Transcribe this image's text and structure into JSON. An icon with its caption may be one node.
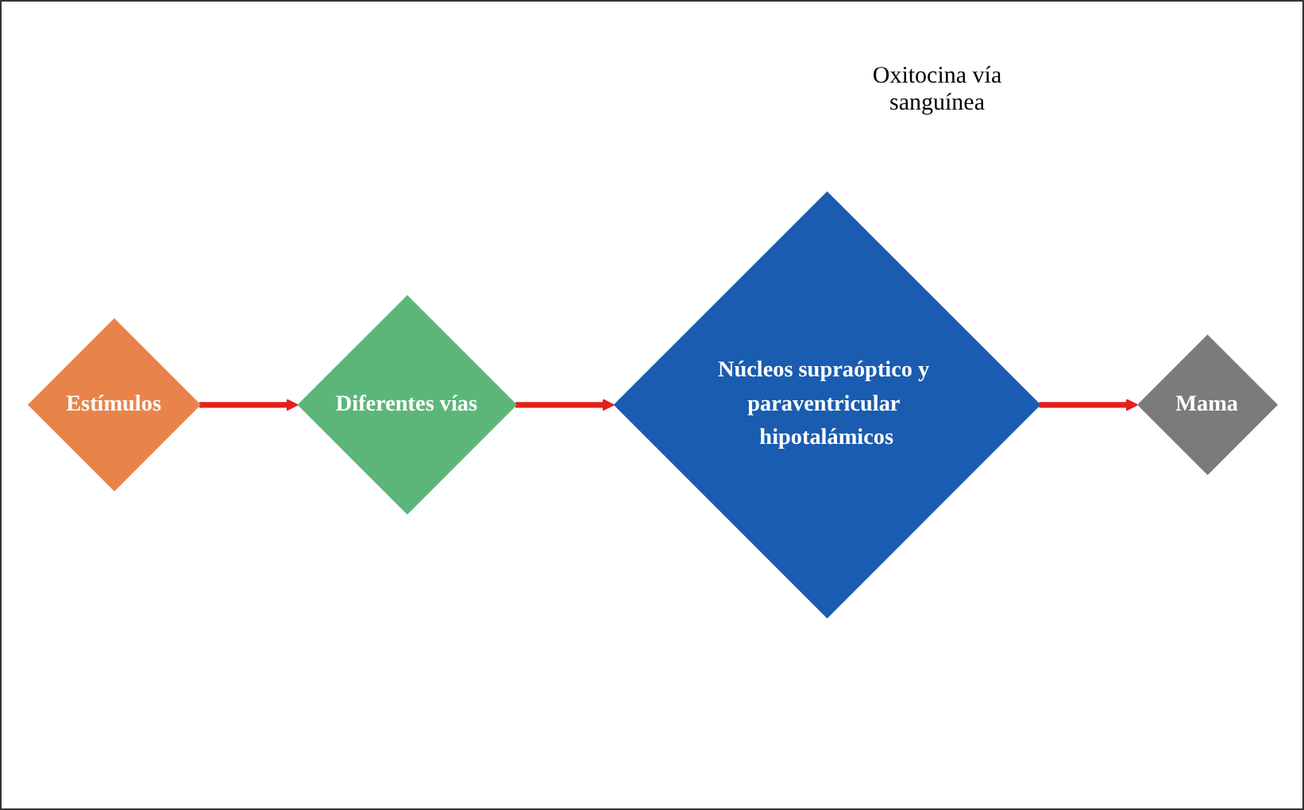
{
  "diagram": {
    "nodes": [
      {
        "text": [
          "Estímulos"
        ]
      },
      {
        "text": [
          "Diferentes vías"
        ]
      },
      {
        "text": [
          "Núcleos supraóptico y paraventricular hipotalámicos"
        ]
      },
      {
        "text": [
          "Mama"
        ]
      }
    ],
    "edges": [
      {
        "from": 0,
        "to": 1,
        "arrow": "to"
      },
      {
        "from": 1,
        "to": 2,
        "arrow": "to"
      },
      {
        "from": 2,
        "to": 3,
        "arrow": "to"
      }
    ],
    "labels": [
      "Oxitocina vía sanguínea"
    ]
  }
}
